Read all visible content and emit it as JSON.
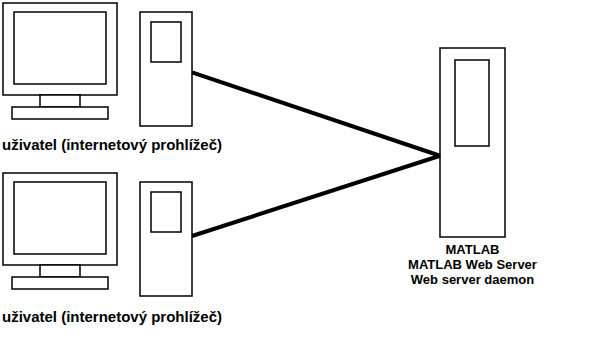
{
  "diagram": {
    "nodes": [
      {
        "text": [
          "uživatel (internetový prohlížeč)"
        ]
      },
      {
        "text": [
          "uživatel (internetový prohlížeč)"
        ]
      },
      {
        "text": [
          "MATLAB",
          "MATLAB Web Server",
          "Web server daemon"
        ]
      }
    ],
    "edges": [
      {
        "from": 0,
        "to": 2,
        "arrow": "none"
      },
      {
        "from": 1,
        "to": 2,
        "arrow": "none"
      }
    ]
  }
}
